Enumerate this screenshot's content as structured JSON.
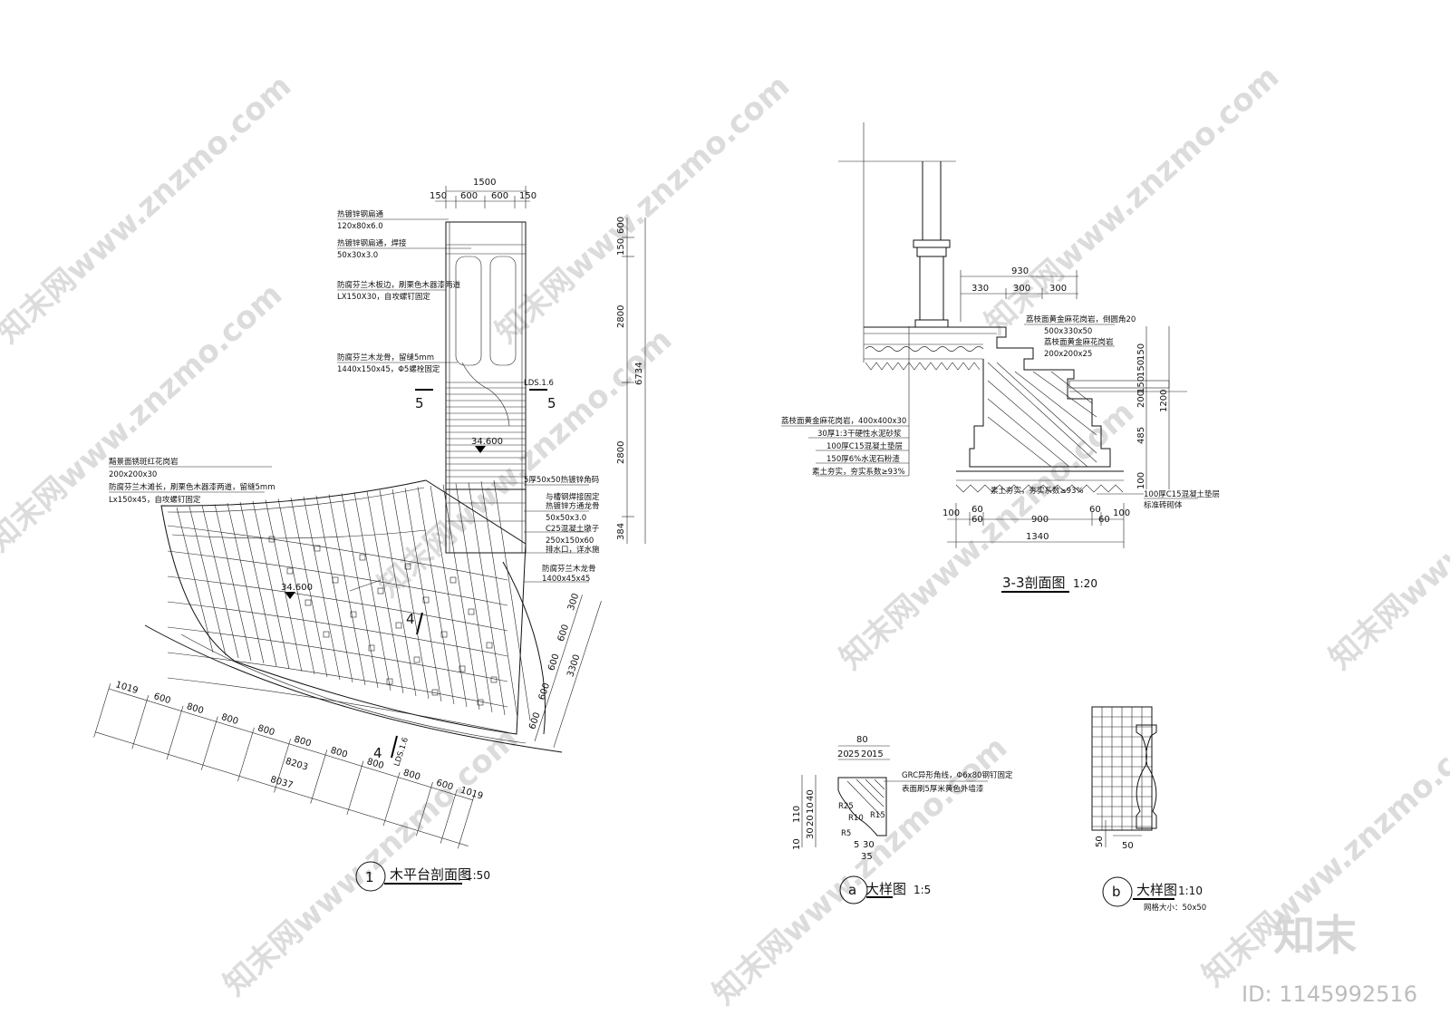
{
  "watermark": {
    "text": "知末网www.znzmo.com"
  },
  "brand": {
    "logo": "知末",
    "id": "ID: 1145992516"
  },
  "drawing1": {
    "circle": "1",
    "title": "木平台剖面图",
    "scale": "1:50",
    "top_dims": [
      "1500",
      "150",
      "600",
      "600",
      "150"
    ],
    "right_dims": [
      "600",
      "150",
      "2800",
      "6734",
      "2800",
      "384"
    ],
    "section_marks": [
      "5",
      "5",
      "LDS.1.6",
      "4",
      "4",
      "LDS.1.6"
    ],
    "elevations": [
      "34.600",
      "34.600"
    ],
    "notes_left_top": [
      "热镀锌钢扁通",
      "120x80x6.0",
      "热镀锌钢扁通，焊接",
      "50x30x3.0",
      "防腐芬兰木板边，刷栗色木器漆两道",
      "LX150X30，自攻螺钉固定",
      "防腐芬兰木龙骨，留缝5mm",
      "1440x150x45，Φ5螺栓固定"
    ],
    "notes_left_mid": [
      "黯景面锈斑红花岗岩",
      "200x200x30",
      "防腐芬兰木滩长，刷栗色木器漆两道，留缝5mm",
      "Lx150x45，自攻螺钉固定"
    ],
    "notes_right": [
      "5厚50x50热镀锌角码",
      "与槽钢焊接固定",
      "热镀锌方通龙骨",
      "50x50x3.0",
      "C25混凝土墩子",
      "250x150x60",
      "排水口，详水施",
      "防腐芬兰木龙骨",
      "1400x45x45"
    ],
    "bottom_dims_a": [
      "1019",
      "600",
      "800",
      "800",
      "800",
      "800",
      "800",
      "800",
      "800",
      "600",
      "1019"
    ],
    "bottom_total_a": "8203",
    "bottom_total_b": "8037",
    "side_dims": [
      "300",
      "600",
      "600",
      "600",
      "600",
      "3300"
    ]
  },
  "drawing33": {
    "title": "3-3剖面图",
    "scale": "1:20",
    "top_dims": [
      "930",
      "330",
      "300",
      "300"
    ],
    "notes_top": [
      "荔枝面黄金麻花岗岩，倒圆角20",
      "500x330x50",
      "荔枝面黄金麻花岗岩",
      "200x200x25"
    ],
    "notes_left": [
      "荔枝面黄金麻花岗岩，400x400x30",
      "30厚1:3干硬性水泥砂浆",
      "100厚C15混凝土垫层",
      "150厚6%水泥石粉渣",
      "素土夯实，夯实系数≥93%"
    ],
    "notes_bottom": [
      "素土夯实，夯实系数≥93%",
      "100厚C15混凝土垫层",
      "标准砖砌体"
    ],
    "right_dims": [
      "150",
      "150",
      "150",
      "200",
      "1200",
      "485",
      "100"
    ],
    "bottom_dims": [
      "100",
      "60",
      "60",
      "900",
      "60",
      "60",
      "100",
      "1340"
    ]
  },
  "detail_a": {
    "circle": "a",
    "title": "大样图",
    "scale": "1:5",
    "top_dims": [
      "80",
      "20",
      "25",
      "20",
      "15"
    ],
    "left_dims": [
      "110",
      "40",
      "10",
      "20",
      "30",
      "10"
    ],
    "bottom_dims": [
      "5",
      "30",
      "35"
    ],
    "radii": [
      "R25",
      "R10",
      "R15",
      "R5"
    ],
    "notes": [
      "GRC异形角线，Φ6x80钢钉固定",
      "表面刷5厚米黄色外墙漆"
    ]
  },
  "detail_b": {
    "circle": "b",
    "title": "大样图",
    "scale": "1:10",
    "grid_note": "网格大小：50x50",
    "dims": [
      "50",
      "50"
    ]
  }
}
